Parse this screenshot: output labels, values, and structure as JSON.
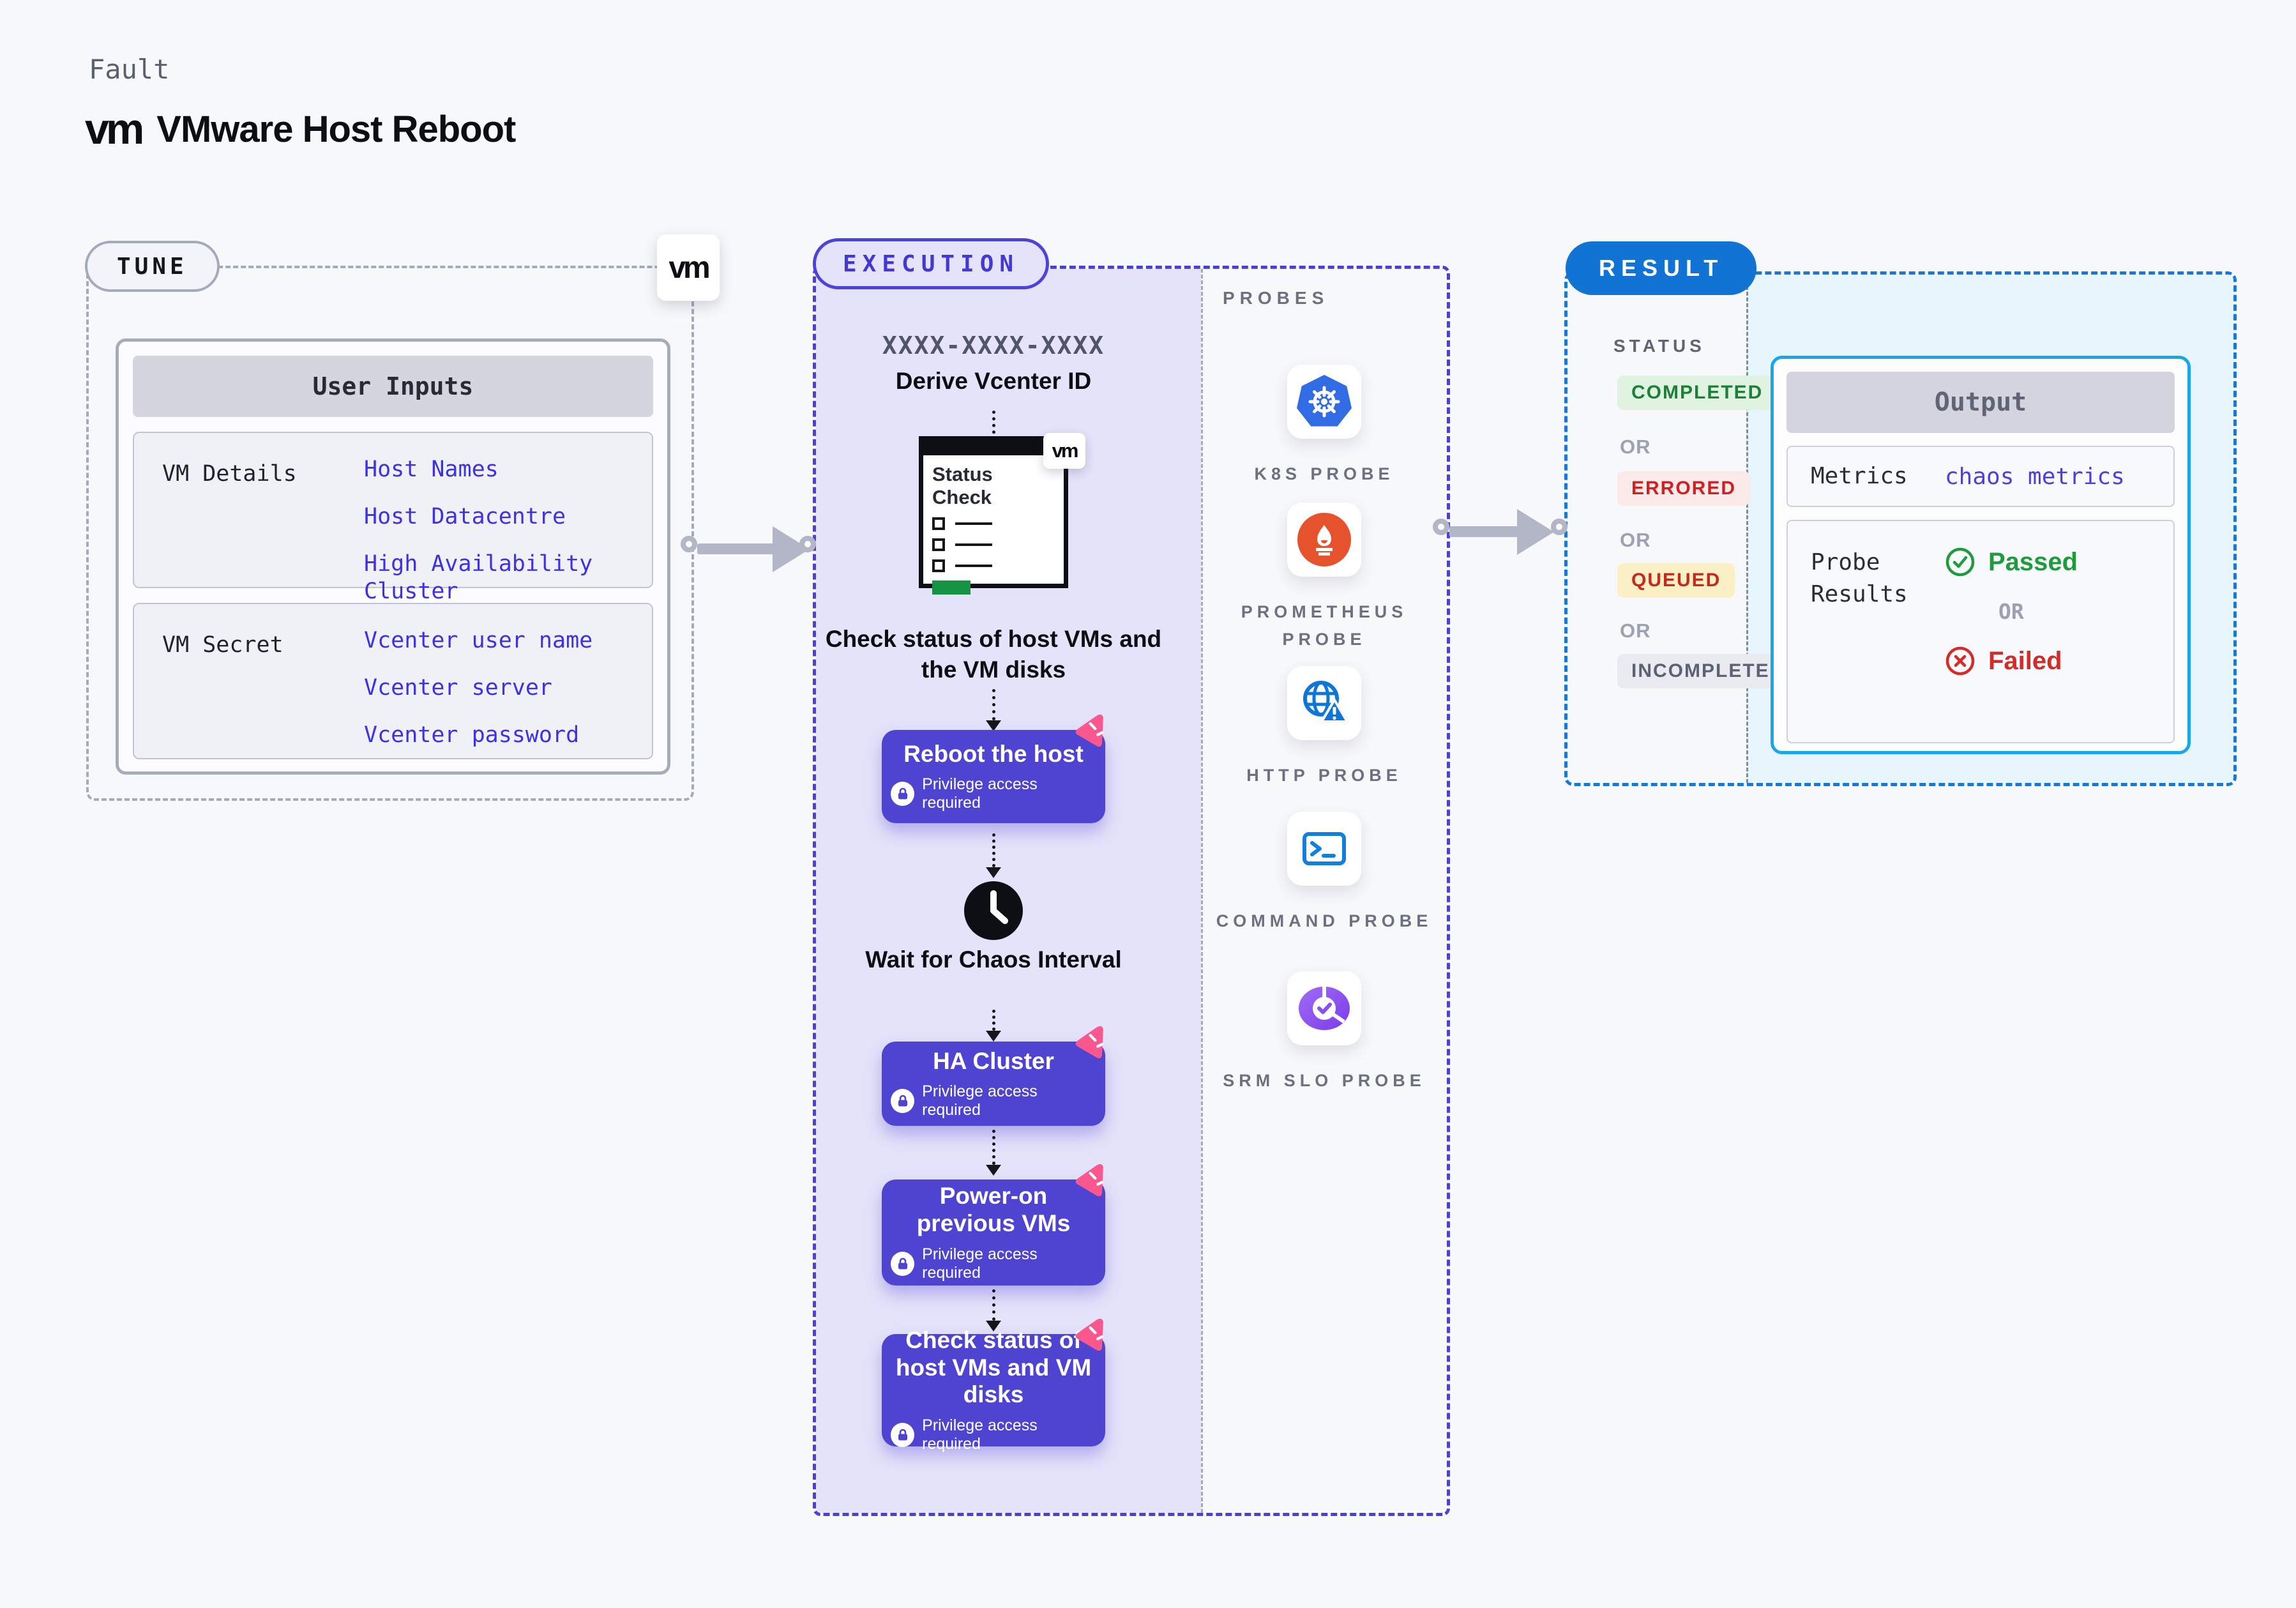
{
  "header": {
    "category": "Fault",
    "brand": "vm",
    "title": "VMware Host Reboot"
  },
  "tune": {
    "label": "TUNE",
    "vm_badge": "vm",
    "user_inputs": {
      "title": "User Inputs",
      "rows": [
        {
          "label": "VM Details",
          "links": [
            "Host Names",
            "Host Datacentre",
            "High Availability Cluster"
          ]
        },
        {
          "label": "VM Secret",
          "links": [
            "Vcenter user name",
            "Vcenter server",
            "Vcenter password"
          ]
        }
      ]
    }
  },
  "execution": {
    "label": "EXECUTION",
    "derive_code": "XXXX-XXXX-XXXX",
    "derive_label": "Derive Vcenter ID",
    "status_card": {
      "title": "Status Check",
      "vm_badge": "vm"
    },
    "check_status_caption": "Check status of host VMs and the VM disks",
    "wait_caption": "Wait for Chaos Interval",
    "steps": [
      {
        "title": "Reboot the host",
        "note": "Privilege access required"
      },
      {
        "title": "HA Cluster",
        "note": "Privilege access required"
      },
      {
        "title": "Power-on previous VMs",
        "note": "Privilege access required"
      },
      {
        "title": "Check status of host VMs and VM disks",
        "note": "Privilege access required"
      }
    ]
  },
  "probes": {
    "label": "PROBES",
    "items": [
      {
        "name": "K8S PROBE",
        "icon": "kubernetes-icon"
      },
      {
        "name": "PROMETHEUS PROBE",
        "icon": "prometheus-icon"
      },
      {
        "name": "HTTP PROBE",
        "icon": "http-globe-icon"
      },
      {
        "name": "COMMAND PROBE",
        "icon": "terminal-icon"
      },
      {
        "name": "SRM SLO PROBE",
        "icon": "slo-donut-icon"
      }
    ]
  },
  "result": {
    "label": "RESULT",
    "status": {
      "label": "STATUS",
      "or_label": "OR",
      "badges": [
        {
          "text": "COMPLETED",
          "type": "completed"
        },
        {
          "text": "ERRORED",
          "type": "errored"
        },
        {
          "text": "QUEUED",
          "type": "queued"
        },
        {
          "text": "INCOMPLETED",
          "type": "incompleted"
        }
      ]
    },
    "output": {
      "title": "Output",
      "metrics_label": "Metrics",
      "metrics_value": "chaos metrics",
      "probe_results_label": "Probe Results",
      "passed_label": "Passed",
      "or_label": "OR",
      "failed_label": "Failed"
    }
  },
  "colors": {
    "page_bg": "#F7F8FA",
    "accent_purple": "#4E44D1",
    "execution_dash": "#4B40D6",
    "lavender_bg": "#E5E3FA",
    "chaos_pink": "#F9578E",
    "result_blue": "#1173D4",
    "result_dash": "#1878D8",
    "output_border": "#18A7E8",
    "output_bg": "#E7F5FC",
    "link_indigo": "#3D31E8",
    "completed_green": "#1C8038",
    "errored_red": "#CE2121",
    "queued_bg": "#FBEFC5",
    "k8s_blue": "#326CE5",
    "prometheus_orange": "#E6522C",
    "http_blue": "#0E76D6",
    "srm_purple": "#8B4FF0",
    "passed_green": "#1E9B3C",
    "failed_red": "#D42B26",
    "arrow_gray": "#B2B6C6",
    "status_check_green": "#169245"
  }
}
